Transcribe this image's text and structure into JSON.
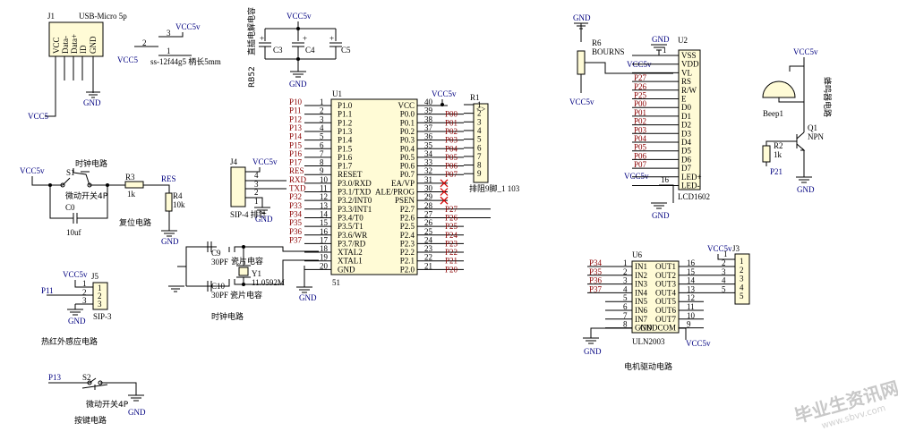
{
  "j1": {
    "ref": "J1",
    "value": "USB-Micro 5p",
    "pins": [
      "VCC",
      "Data-",
      "Data+",
      "ID",
      "GND"
    ],
    "vcc": "VCC5",
    "gnd": "GND"
  },
  "sw_power": {
    "vcc": "VCC5v",
    "vcc_left": "VCC5",
    "pin2": "2",
    "pin3": "3",
    "pin1": "1",
    "label": "ss-12f44g5 柄长5mm"
  },
  "caps": {
    "title": "直插电解电容",
    "ref_side": "RB52",
    "vcc": "VCC5v",
    "c3": "C3",
    "c4": "C4",
    "c5": "C5",
    "gnd": "GND",
    "plus": "+"
  },
  "u1": {
    "ref": "U1",
    "num": "51",
    "vcc_net": "VCC5v",
    "left_pins": [
      {
        "n": "1",
        "name": "P1.0",
        "net": "P10"
      },
      {
        "n": "2",
        "name": "P1.1",
        "net": "P11"
      },
      {
        "n": "3",
        "name": "P1.2",
        "net": "P12"
      },
      {
        "n": "4",
        "name": "P1.3",
        "net": "P13"
      },
      {
        "n": "5",
        "name": "P1.4",
        "net": "P14"
      },
      {
        "n": "6",
        "name": "P1.5",
        "net": "P15"
      },
      {
        "n": "7",
        "name": "P1.6",
        "net": "P16"
      },
      {
        "n": "8",
        "name": "P1.7",
        "net": "P17"
      },
      {
        "n": "9",
        "name": "RESET",
        "net": "RES"
      },
      {
        "n": "10",
        "name": "P3.0/RXD",
        "net": "RXD"
      },
      {
        "n": "11",
        "name": "P3.1/TXD",
        "net": "TXD"
      },
      {
        "n": "12",
        "name": "P3.2/INT0",
        "net": "P32"
      },
      {
        "n": "13",
        "name": "P3.3/INT1",
        "net": "P33"
      },
      {
        "n": "14",
        "name": "P3.4/T0",
        "net": "P34"
      },
      {
        "n": "15",
        "name": "P3.5/T1",
        "net": "P35"
      },
      {
        "n": "16",
        "name": "P3.6/WR",
        "net": "P36"
      },
      {
        "n": "17",
        "name": "P3.7/RD",
        "net": "P37"
      },
      {
        "n": "18",
        "name": "XTAL2",
        "net": ""
      },
      {
        "n": "19",
        "name": "XTAL1",
        "net": ""
      },
      {
        "n": "20",
        "name": "GND",
        "net": ""
      }
    ],
    "right_pins": [
      {
        "n": "40",
        "name": "VCC",
        "net": ""
      },
      {
        "n": "39",
        "name": "P0.0",
        "net": "P00"
      },
      {
        "n": "38",
        "name": "P0.1",
        "net": "P01"
      },
      {
        "n": "37",
        "name": "P0.2",
        "net": "P02"
      },
      {
        "n": "36",
        "name": "P0.3",
        "net": "P03"
      },
      {
        "n": "35",
        "name": "P0.4",
        "net": "P04"
      },
      {
        "n": "34",
        "name": "P0.5",
        "net": "P05"
      },
      {
        "n": "33",
        "name": "P0.6",
        "net": "P06"
      },
      {
        "n": "32",
        "name": "P0.7",
        "net": "P07"
      },
      {
        "n": "31",
        "name": "EA/VP",
        "net": ""
      },
      {
        "n": "30",
        "name": "ALE/PROG",
        "net": ""
      },
      {
        "n": "29",
        "name": "PSEN",
        "net": ""
      },
      {
        "n": "28",
        "name": "P2.7",
        "net": "P27"
      },
      {
        "n": "27",
        "name": "P2.6",
        "net": "P26"
      },
      {
        "n": "26",
        "name": "P2.5",
        "net": "P25"
      },
      {
        "n": "25",
        "name": "P2.4",
        "net": "P24"
      },
      {
        "n": "24",
        "name": "P2.3",
        "net": "P23"
      },
      {
        "n": "23",
        "name": "P2.2",
        "net": "P22"
      },
      {
        "n": "22",
        "name": "P2.1",
        "net": "P21"
      },
      {
        "n": "21",
        "name": "P2.0",
        "net": "P20"
      }
    ]
  },
  "r1": {
    "ref": "R1",
    "label": "排阻9脚_1  103",
    "pins": [
      "1",
      "2",
      "3",
      "4",
      "5",
      "6",
      "7",
      "8",
      "9"
    ],
    "top": "<>"
  },
  "j4": {
    "ref": "J4",
    "label": "SIP-4 排针",
    "vcc": "VCC5v",
    "pins": [
      "4",
      "3",
      "2",
      "1"
    ],
    "gnd": "GND"
  },
  "reset": {
    "title": "时钟电路",
    "s1": "S1",
    "vcc": "VCC5v",
    "sw_label": "微动开关4P",
    "r3": "R3",
    "r3v": "1k",
    "c0": "C0",
    "c0v": "10uf",
    "res": "RES",
    "r4": "R4",
    "r4v": "10k",
    "label": "复位电路",
    "gnd": "GND"
  },
  "clock": {
    "c9": "C9",
    "c9v": "30PF",
    "c9t": "瓷片电容",
    "c10": "C10",
    "c10v": "30PF",
    "c10t": "瓷片电容",
    "y1": "Y1",
    "y1v": "11.0592M",
    "label": "时钟电路"
  },
  "ir": {
    "ref": "J5",
    "vcc": "VCC5v",
    "net": "P11",
    "pins": [
      "1",
      "2",
      "3"
    ],
    "label": "SIP-3",
    "title": "热红外感应电路",
    "gnd": "GND"
  },
  "key": {
    "net": "P13",
    "ref": "S2",
    "sw_label": "微动开关4P",
    "title": "按键电路",
    "gnd": "GND"
  },
  "lcd": {
    "ref": "U2",
    "label": "LCD1602",
    "r6": "R6",
    "r6v": "BOURNS",
    "gnd": "GND",
    "vcc": "VCC5v",
    "vcc2": "VCC5v",
    "pins": [
      "VSS",
      "VDD",
      "VL",
      "RS",
      "R/W",
      "E",
      "D0",
      "D1",
      "D2",
      "D3",
      "D4",
      "D5",
      "D6",
      "D7",
      "LED+",
      "LED-"
    ],
    "nets": [
      "",
      "",
      "",
      "P27",
      "P26",
      "P25",
      "P00",
      "P01",
      "P02",
      "P03",
      "P04",
      "P05",
      "P06",
      "P07",
      "",
      ""
    ],
    "pin1": "1",
    "pin16": "16"
  },
  "buzzer": {
    "vcc": "VCC5v",
    "beep": "Beep1",
    "title": "蜂鸣器电路",
    "q1": "Q1",
    "q1v": "NPN",
    "r2": "R2",
    "r2v": "1k",
    "net": "P21",
    "gnd": "GND"
  },
  "uln": {
    "ref": "U6",
    "label": "ULN2003",
    "title": "电机驱动电路",
    "vcc": "VCC5v",
    "gnd": "GND",
    "ins": [
      "IN1",
      "IN2",
      "IN3",
      "IN4",
      "IN5",
      "IN6",
      "IN7",
      "GND"
    ],
    "outs": [
      "OUT1",
      "OUT2",
      "OUT3",
      "OUT4",
      "OUT5",
      "OUT6",
      "OUT7",
      "GNDCOM"
    ],
    "lnums": [
      "1",
      "2",
      "3",
      "4",
      "5",
      "6",
      "7",
      "8"
    ],
    "rnums": [
      "16",
      "15",
      "14",
      "13",
      "12",
      "11",
      "10",
      "9"
    ],
    "nets": [
      "P34",
      "P35",
      "P36",
      "P37"
    ],
    "j3": "J3",
    "j3pins": [
      "1",
      "2",
      "3",
      "4",
      "5"
    ],
    "j3nums": [
      "2",
      "3",
      "4",
      "5"
    ],
    "j3vcc": "VCC5v",
    "j3vcc1": "1"
  },
  "watermark": {
    "text": "毕业生资讯网",
    "url": "www.sbvv.com"
  }
}
